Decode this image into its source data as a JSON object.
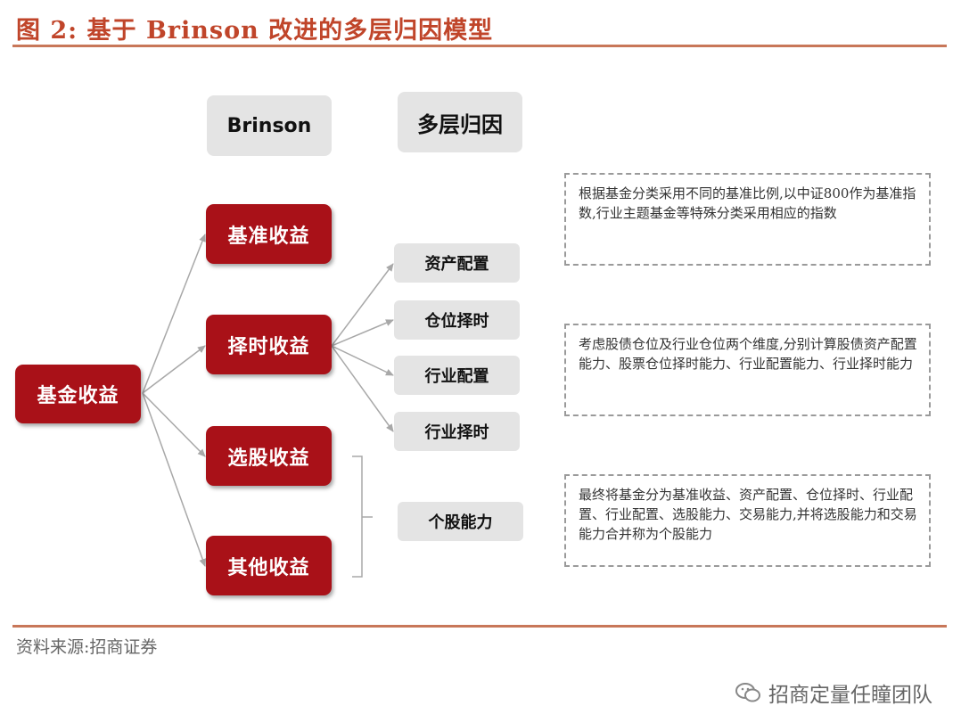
{
  "title": "图 2:  基于 Brinson 改进的多层归因模型",
  "headers": {
    "brinson": "Brinson",
    "multilayer": "多层归因"
  },
  "root": "基金收益",
  "level1": [
    "基准收益",
    "择时收益",
    "选股收益",
    "其他收益"
  ],
  "level2": [
    "资产配置",
    "仓位择时",
    "行业配置",
    "行业择时",
    "个股能力"
  ],
  "notes": [
    "根据基金分类采用不同的基准比例,以中证800作为基准指数,行业主题基金等特殊分类采用相应的指数",
    "考虑股债仓位及行业仓位两个维度,分别计算股债资产配置能力、股票仓位择时能力、行业配置能力、行业择时能力",
    "最终将基金分为基准收益、资产配置、仓位择时、行业配置、行业配置、选股能力、交易能力,并将选股能力和交易能力合并称为个股能力"
  ],
  "source": "资料来源:招商证券",
  "watermark": "招商定量任瞳团队",
  "colors": {
    "title": "#c0452a",
    "red_box": "#a91118",
    "gray_box": "#e4e4e4",
    "rule": "#c87759"
  }
}
